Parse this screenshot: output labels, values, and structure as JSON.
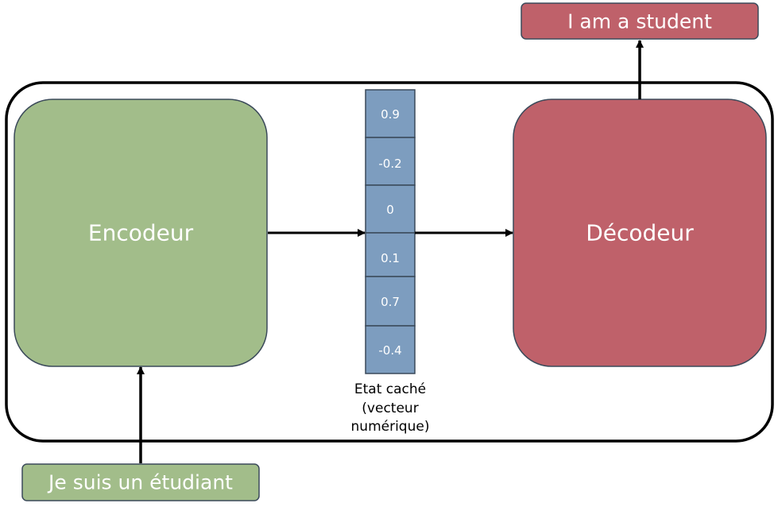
{
  "encoder": {
    "label": "Encodeur",
    "color": "#a2bd8a"
  },
  "decoder": {
    "label": "Décodeur",
    "color": "#bf616a"
  },
  "input": {
    "text": "Je suis un étudiant",
    "color": "#a2bd8a"
  },
  "output": {
    "text": "I am a student",
    "color": "#bf616a"
  },
  "hidden_state": {
    "color": "#7d9dbf",
    "values": [
      "0.9",
      "-0.2",
      "0",
      "0.1",
      "0.7",
      "-0.4"
    ],
    "caption": [
      "Etat caché",
      "(vecteur",
      "numérique)"
    ]
  }
}
